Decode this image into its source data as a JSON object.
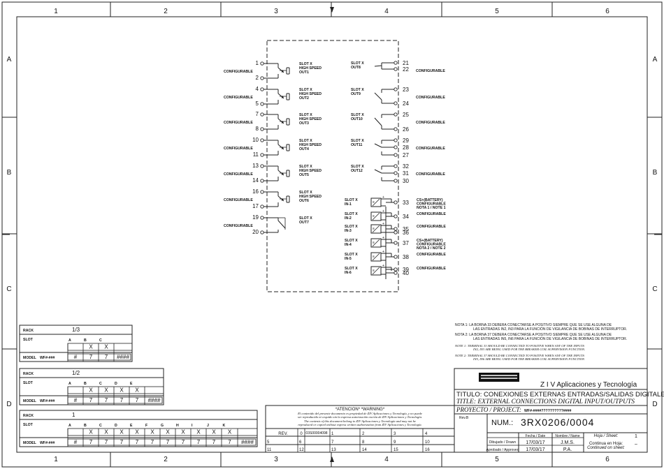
{
  "zones": {
    "columns": [
      "1",
      "2",
      "3",
      "4",
      "5",
      "6"
    ],
    "rows": [
      "A",
      "B",
      "C",
      "D"
    ]
  },
  "outputs_left": [
    {
      "t1": "1",
      "t2": "2",
      "label": "CONFIGURABLE",
      "slot": [
        "SLOT X",
        "HIGH SPEED",
        "OUT1"
      ]
    },
    {
      "t1": "4",
      "t2": "5",
      "label": "CONFIGURABLE",
      "slot": [
        "SLOT X",
        "HIGH SPEED",
        "OUT2"
      ]
    },
    {
      "t1": "7",
      "t2": "8",
      "label": "CONFIGURABLE",
      "slot": [
        "SLOT X",
        "HIGH SPEED",
        "OUT3"
      ]
    },
    {
      "t1": "10",
      "t2": "11",
      "label": "CONFIGURABLE",
      "slot": [
        "SLOT X",
        "HIGH SPEED",
        "OUT4"
      ]
    },
    {
      "t1": "13",
      "t2": "14",
      "label": "CONFIGURABLE",
      "slot": [
        "SLOT X",
        "HIGH SPEED",
        "OUT5"
      ]
    },
    {
      "t1": "16",
      "t2": "17",
      "label": "CONFIGURABLE",
      "slot": [
        "SLOT X",
        "HIGH SPEED",
        "OUT6"
      ]
    },
    {
      "t1": "19",
      "t2": "20",
      "label": "CONFIGURABLE",
      "slot": [
        "SLOT X",
        "OUT7"
      ]
    }
  ],
  "outputs_right": [
    {
      "terms": [
        "21",
        "22"
      ],
      "slot": [
        "SLOT X",
        "OUT8"
      ],
      "label": "CONFIGURABLE"
    },
    {
      "terms": [
        "23",
        "24"
      ],
      "slot": [
        "SLOT X",
        "OUT9"
      ],
      "label": "CONFIGURABLE"
    },
    {
      "terms": [
        "25",
        "26"
      ],
      "slot": [
        "SLOT X",
        "OUT10"
      ],
      "label": "CONFIGURABLE"
    },
    {
      "terms": [
        "29",
        "28",
        "27"
      ],
      "slot": [
        "SLOT X",
        "OUT11"
      ],
      "label": "CONFIGURABLE"
    },
    {
      "terms": [
        "32",
        "31",
        "30"
      ],
      "slot": [
        "SLOT X",
        "OUT12"
      ],
      "label": "CONFIGURABLE"
    }
  ],
  "inputs": [
    {
      "slot": [
        "SLOT X",
        "IN-1"
      ],
      "term": "33",
      "label": [
        "CS+(BATTERY)",
        "CONFIGURABLE",
        "NOTA 1  /  NOTE 1"
      ]
    },
    {
      "slot": [
        "SLOT X",
        "IN-2"
      ],
      "term": "34",
      "label": [
        "CONFIGURABLE"
      ]
    },
    {
      "slot": [
        "SLOT X",
        "IN-3"
      ],
      "term": "35",
      "term2": "36",
      "label": [
        "CONFIGURABLE"
      ]
    },
    {
      "slot": [
        "SLOT X",
        "IN-4"
      ],
      "term": "37",
      "label": [
        "CS+(BATTERY)",
        "CONFIGURABLE",
        "NOTA 2  /  NOTE 2"
      ]
    },
    {
      "slot": [
        "SLOT X",
        "IN-5"
      ],
      "term": "38",
      "label": [
        "CONFIGURABLE"
      ]
    },
    {
      "slot": [
        "SLOT X",
        "IN-6"
      ],
      "term": "39",
      "term2": "40",
      "label": [
        "CONFIGURABLE"
      ]
    }
  ],
  "notes": {
    "nota1a": "NOTA 1:  LA BORNA 33 DEBERA CONECTARSE A POSITIVO SIEMPRE QUE SE USE ALGUNA DE",
    "nota1b": "LAS ENTRADAS IN2, IN3 PARA LA FUNCIÓN DE VIGILANCIA DE BOBINAS DE INTERRUPTOR.",
    "nota2a": "NOTA 2:  LA BORNA 37 DEBERA CONECTARSE A POSITIVO SIEMPRE QUE SE USE ALGUNA DE",
    "nota2b": "LAS ENTRADAS IN5, IN6 PARA LA FUNCIÓN DE VIGILANCIA DE BOBINAS DE INTERRUPTOR.",
    "note1a": "NOTE 1:  TERMINAL 33 SHOULD BE CONNECTED TO POSITIVE WHEN ANY OF THE INPUTS",
    "note1b": "IN2, IN3 ARE BEING USED FOR THE BREAKER COIL SUPERVISION FUNCTION.",
    "note2a": "NOTE 2:  TERMINAL 37 SHOULD BE CONNECTED TO POSITIVE WHEN ANY OF THE INPUTS",
    "note2b": "IN5, IN6 ARE BEING USED FOR THE BREAKER COIL SUPERVISION FUNCTION"
  },
  "racks": [
    {
      "rack_label": "RACK",
      "rack_value": "1/3",
      "slot_label": "SLOT",
      "model_label": "MODEL",
      "model_code": "WF#-###",
      "letters": [
        "A",
        "B",
        "C"
      ],
      "x": [
        "",
        "X",
        "X",
        ""
      ],
      "model_cells": [
        "#",
        "7",
        "7",
        "####"
      ]
    },
    {
      "rack_label": "RACK",
      "rack_value": "1/2",
      "slot_label": "SLOT",
      "model_label": "MODEL",
      "model_code": "WF#-###",
      "letters": [
        "A",
        "B",
        "C",
        "D",
        "E"
      ],
      "x": [
        "",
        "X",
        "X",
        "X",
        "X",
        ""
      ],
      "model_cells": [
        "#",
        "7",
        "7",
        "7",
        "7",
        "####"
      ]
    },
    {
      "rack_label": "RACK",
      "rack_value": "1",
      "slot_label": "SLOT",
      "model_label": "MODEL",
      "model_code": "WF#-###",
      "letters": [
        "A",
        "B",
        "C",
        "D",
        "E",
        "F",
        "G",
        "H",
        "I",
        "J",
        "K"
      ],
      "x": [
        "",
        "X",
        "X",
        "X",
        "X",
        "X",
        "X",
        "X",
        "X",
        "X",
        "X",
        ""
      ],
      "model_cells": [
        "#",
        "7",
        "7",
        "7",
        "7",
        "7",
        "7",
        "7",
        "7",
        "7",
        "7",
        "####"
      ]
    }
  ],
  "attention": {
    "heading": "*ATENCION*    *WARNING*",
    "es1": "El contenido del presente documento es propiedad de ZIV Aplicaciones y Tecnología, y no puede",
    "es2": "ser reproducido ni cequido sin la expresa autorización escrita de ZIV Aplicaciones y Tecnología.",
    "en1": "The contents of this document belong to ZIV Aplicaciones y Tecnología and may not be",
    "en2": "reproduced or copied without express written authorization from ZIV Aplicaciones y Tecnología.",
    "rev_label": "REV.",
    "rev_value": "0",
    "rev_code": "03S00004098",
    "grid_a": [
      "1",
      "2",
      "3",
      "4"
    ],
    "grid_b": [
      "5",
      "6",
      "7",
      "8",
      "9",
      "10"
    ],
    "grid_c": [
      "11",
      "12",
      "13",
      "14",
      "15",
      "16"
    ]
  },
  "title_block": {
    "company": "Z I V  Aplicaciones  y  Tecnología",
    "titulo": "TITULO: CONEXIONES  EXTERNAS  ENTRADAS/SALIDAS  DIGITALES",
    "title": "TITLE: EXTERNAL CONNECTIONS DIGITAL INPUT/OUTPUTS",
    "proyecto": "PROYECTO / PROJECT:",
    "project_code": "WF#-####??????????####",
    "rev_b": "Rev.B",
    "num_label": "NUM.:",
    "num_value": "3RX0206/0004",
    "fecha": "Fecha / Date",
    "nombre": "Nombre / Name",
    "dibujado": "Dibujado / Drawn",
    "aprobado": "Aprobado / Approved",
    "date1": "17/03/17",
    "date2": "17/03/17",
    "name1": "J.M.S.",
    "name2": "P.A.",
    "hoja": "Hoja / Sheet:",
    "hoja_value": "1",
    "continua": "Continua en Hoja:",
    "continued": "Continued on sheet:",
    "continua_value": "–"
  }
}
